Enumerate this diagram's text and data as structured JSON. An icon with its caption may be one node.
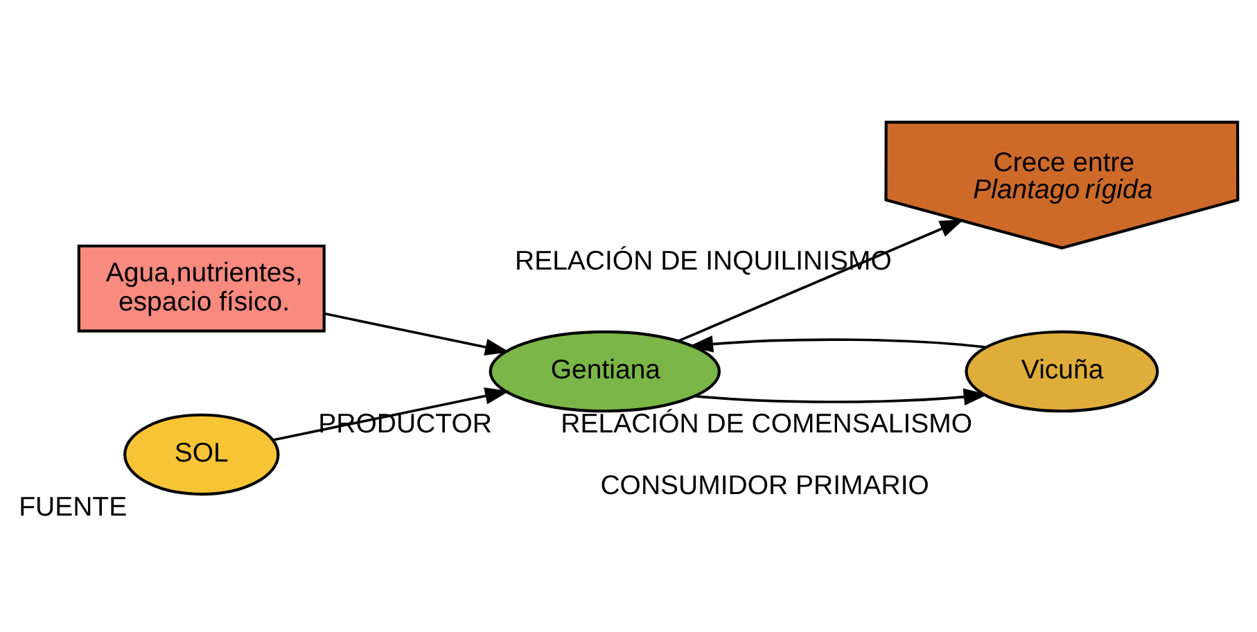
{
  "diagram": {
    "nodes": [
      {
        "text": [
          "Crece entre *Plantago rígida*"
        ],
        "beside": [
          "RELACIÓN DE INQUILINISMO"
        ]
      },
      {
        "text": [
          "Agua,nutrientes, espacio físico."
        ]
      },
      {
        "text": [
          "SOL"
        ],
        "beside": [
          "FUENTE"
        ]
      },
      {
        "text": [
          "Gentiana"
        ],
        "beside": [
          "PRODUCTOR"
        ]
      },
      {
        "text": [
          "Vicuña"
        ],
        "beside": [
          "RELACIÓN DE COMENSALISMO",
          "CONSUMIDOR PRIMARIO"
        ]
      }
    ],
    "edges": [
      {
        "from": 1,
        "to": 3,
        "arrow": "to"
      },
      {
        "from": 2,
        "to": 3,
        "arrow": "to"
      },
      {
        "from": 3,
        "to": 0,
        "arrow": "to"
      },
      {
        "from": 3,
        "to": 4,
        "arrow": "to"
      },
      {
        "from": 4,
        "to": 3,
        "arrow": "to"
      }
    ]
  }
}
